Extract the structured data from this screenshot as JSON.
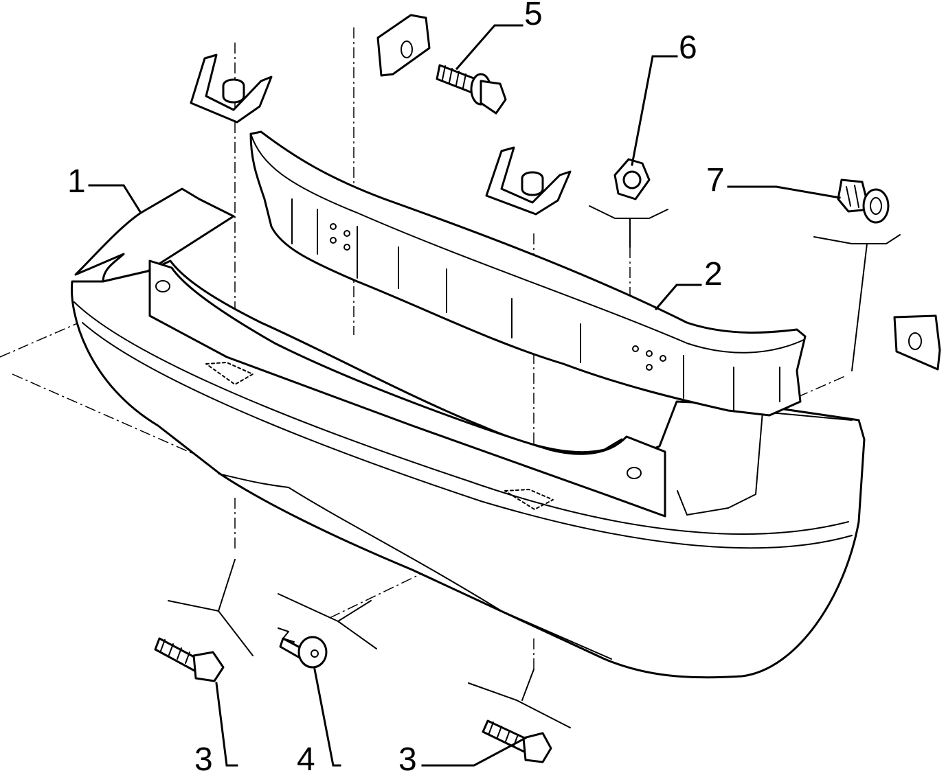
{
  "diagram": {
    "callouts": [
      {
        "id": "c1",
        "label": "1"
      },
      {
        "id": "c2",
        "label": "2"
      },
      {
        "id": "c3a",
        "label": "3"
      },
      {
        "id": "c3b",
        "label": "3"
      },
      {
        "id": "c4",
        "label": "4"
      },
      {
        "id": "c5",
        "label": "5"
      },
      {
        "id": "c6",
        "label": "6"
      },
      {
        "id": "c7",
        "label": "7"
      }
    ]
  }
}
